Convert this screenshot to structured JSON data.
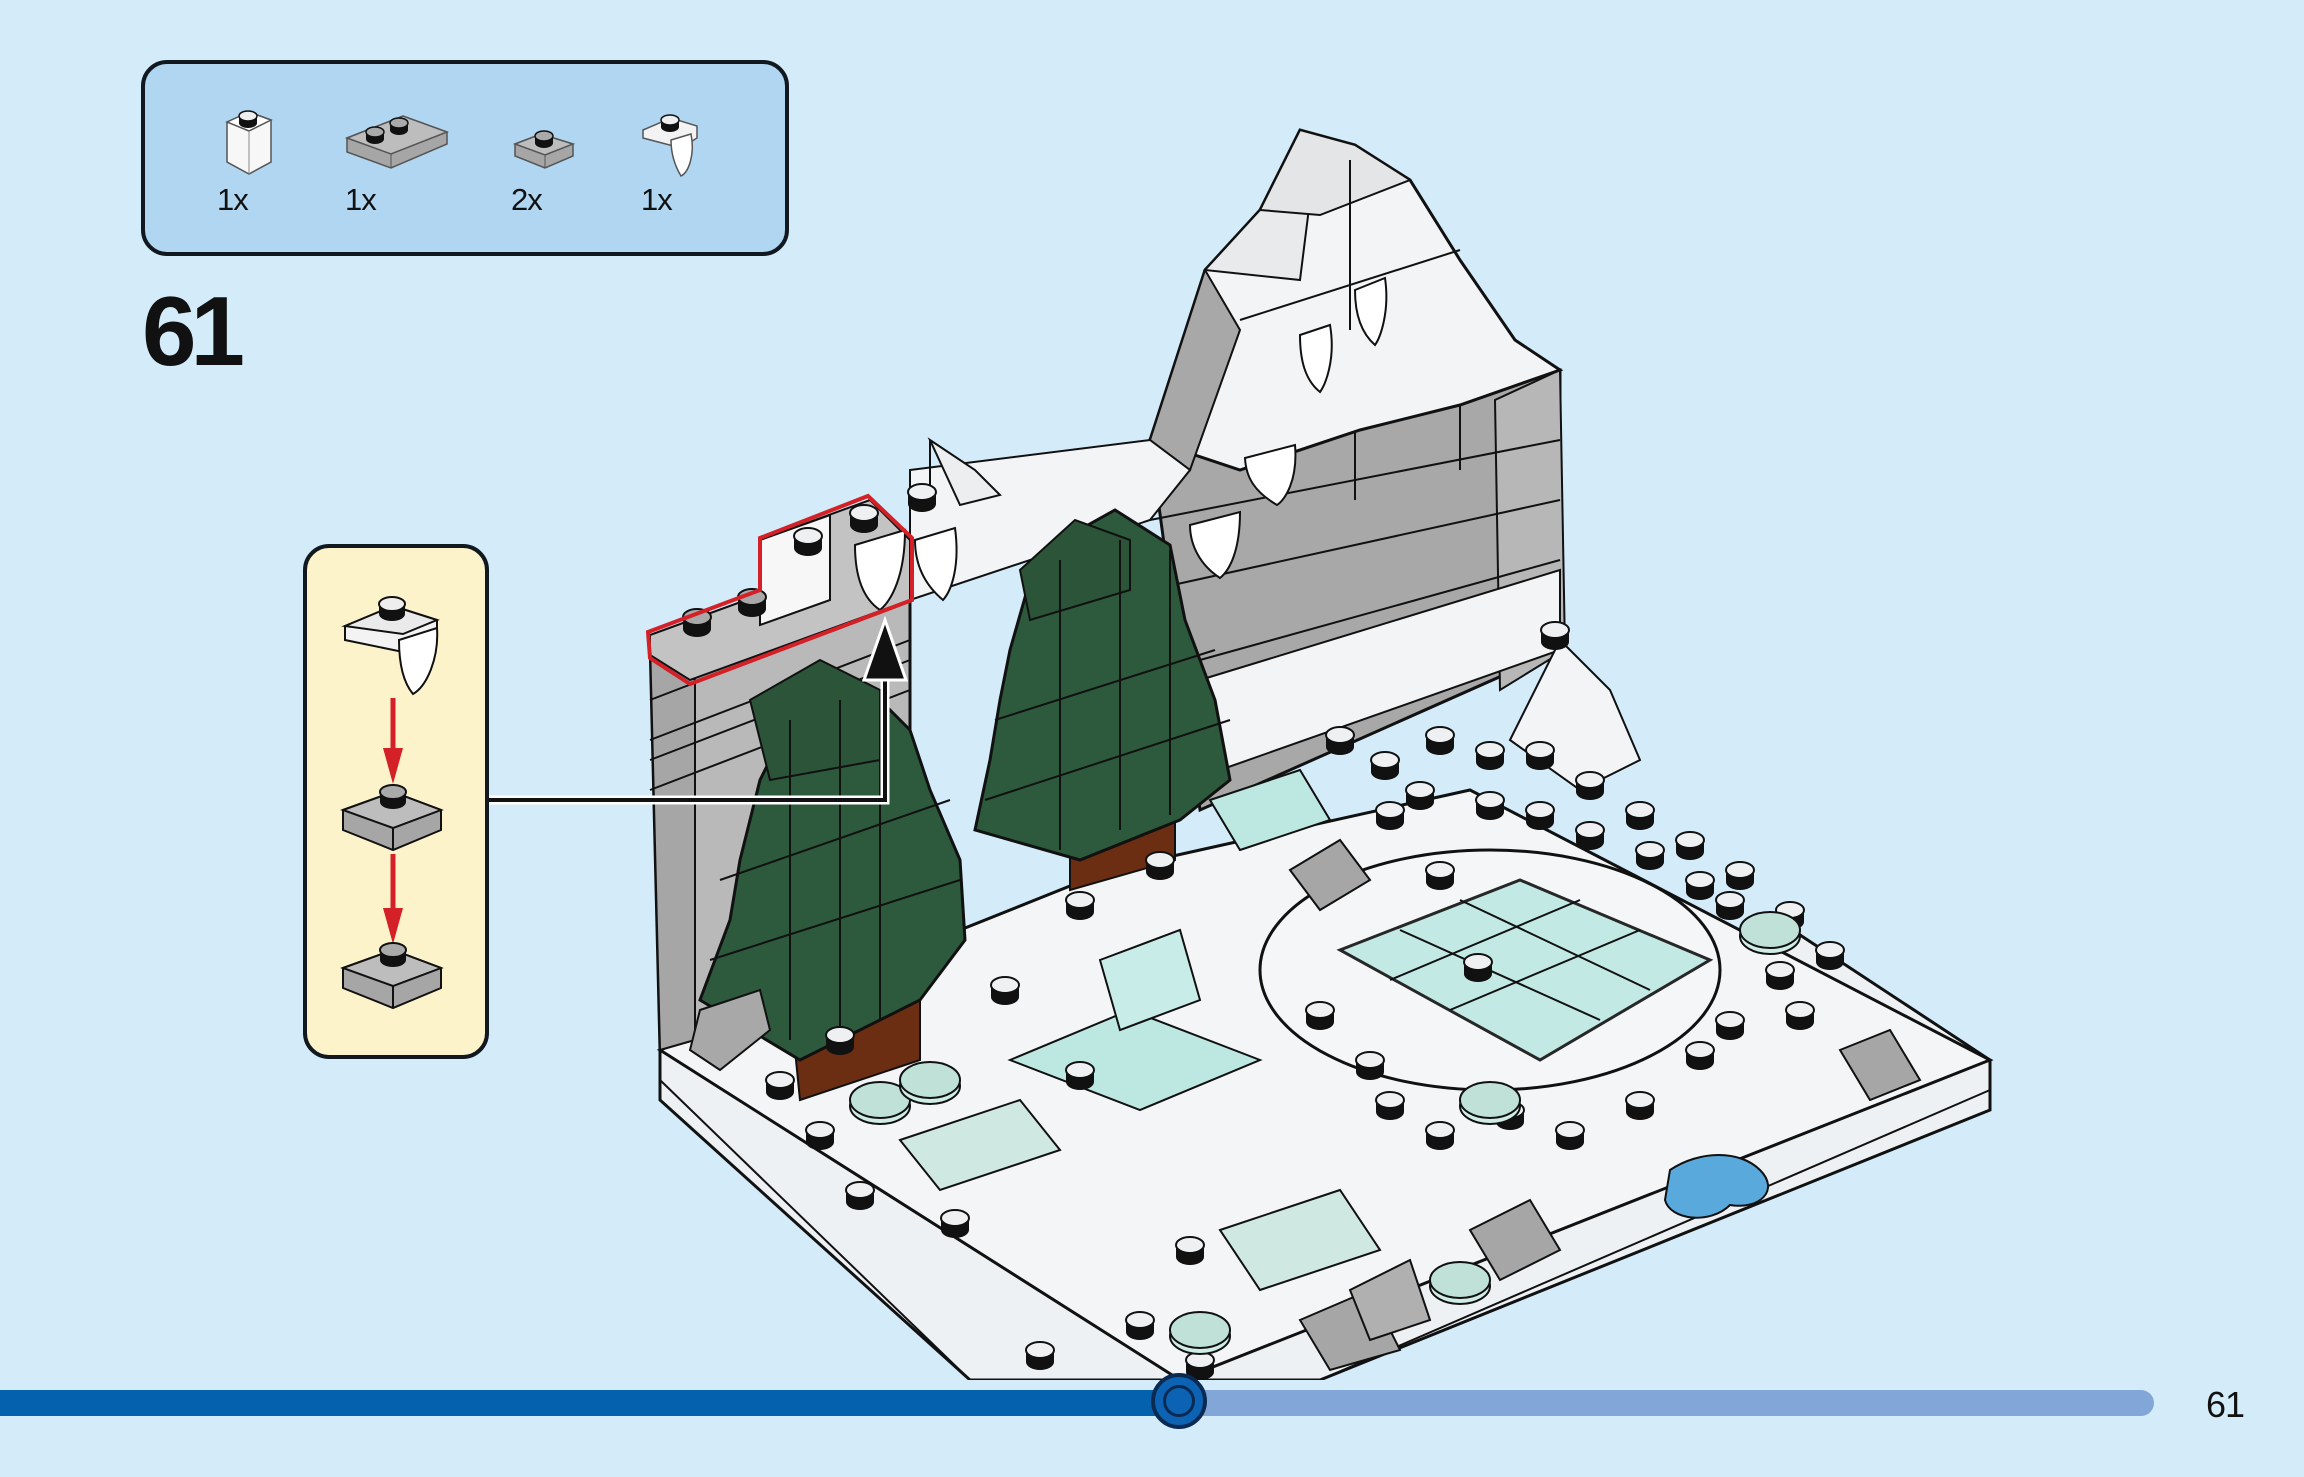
{
  "page": {
    "background_color": "#d4ecfa",
    "page_number": "61"
  },
  "parts_list": {
    "background_color": "#b0d6f1",
    "items": [
      {
        "part": "white-brick-1x1",
        "color": "white",
        "quantity": "1x"
      },
      {
        "part": "gray-plate-1x2",
        "color": "light-bluish-gray",
        "quantity": "1x"
      },
      {
        "part": "gray-plate-1x1",
        "color": "light-bluish-gray",
        "quantity": "2x"
      },
      {
        "part": "white-plate-1x1-with-tooth",
        "color": "white",
        "quantity": "1x"
      }
    ]
  },
  "step": {
    "number": "61"
  },
  "subassembly": {
    "background_color": "#fdf3cb",
    "sequence": [
      "white-plate-1x1-with-tooth",
      "gray-plate-1x1",
      "gray-plate-1x1"
    ],
    "arrow_color": "#d42027"
  },
  "model": {
    "description": "Winter scene with snowy rock wall, two dark green trees, transparent light blue ice pond, white studded base",
    "highlight_color": "#d42027",
    "colors": {
      "tree": "#2d5a3c",
      "trunk": "#6b2e12",
      "wall_gray": "#a8a8a8",
      "snow_white": "#f2f4f6",
      "ice": "#bde8e2",
      "water": "#5aa9dc"
    }
  },
  "progress": {
    "percent": 51,
    "fill_color": "#0461ae",
    "track_color": "#82a6d8"
  }
}
